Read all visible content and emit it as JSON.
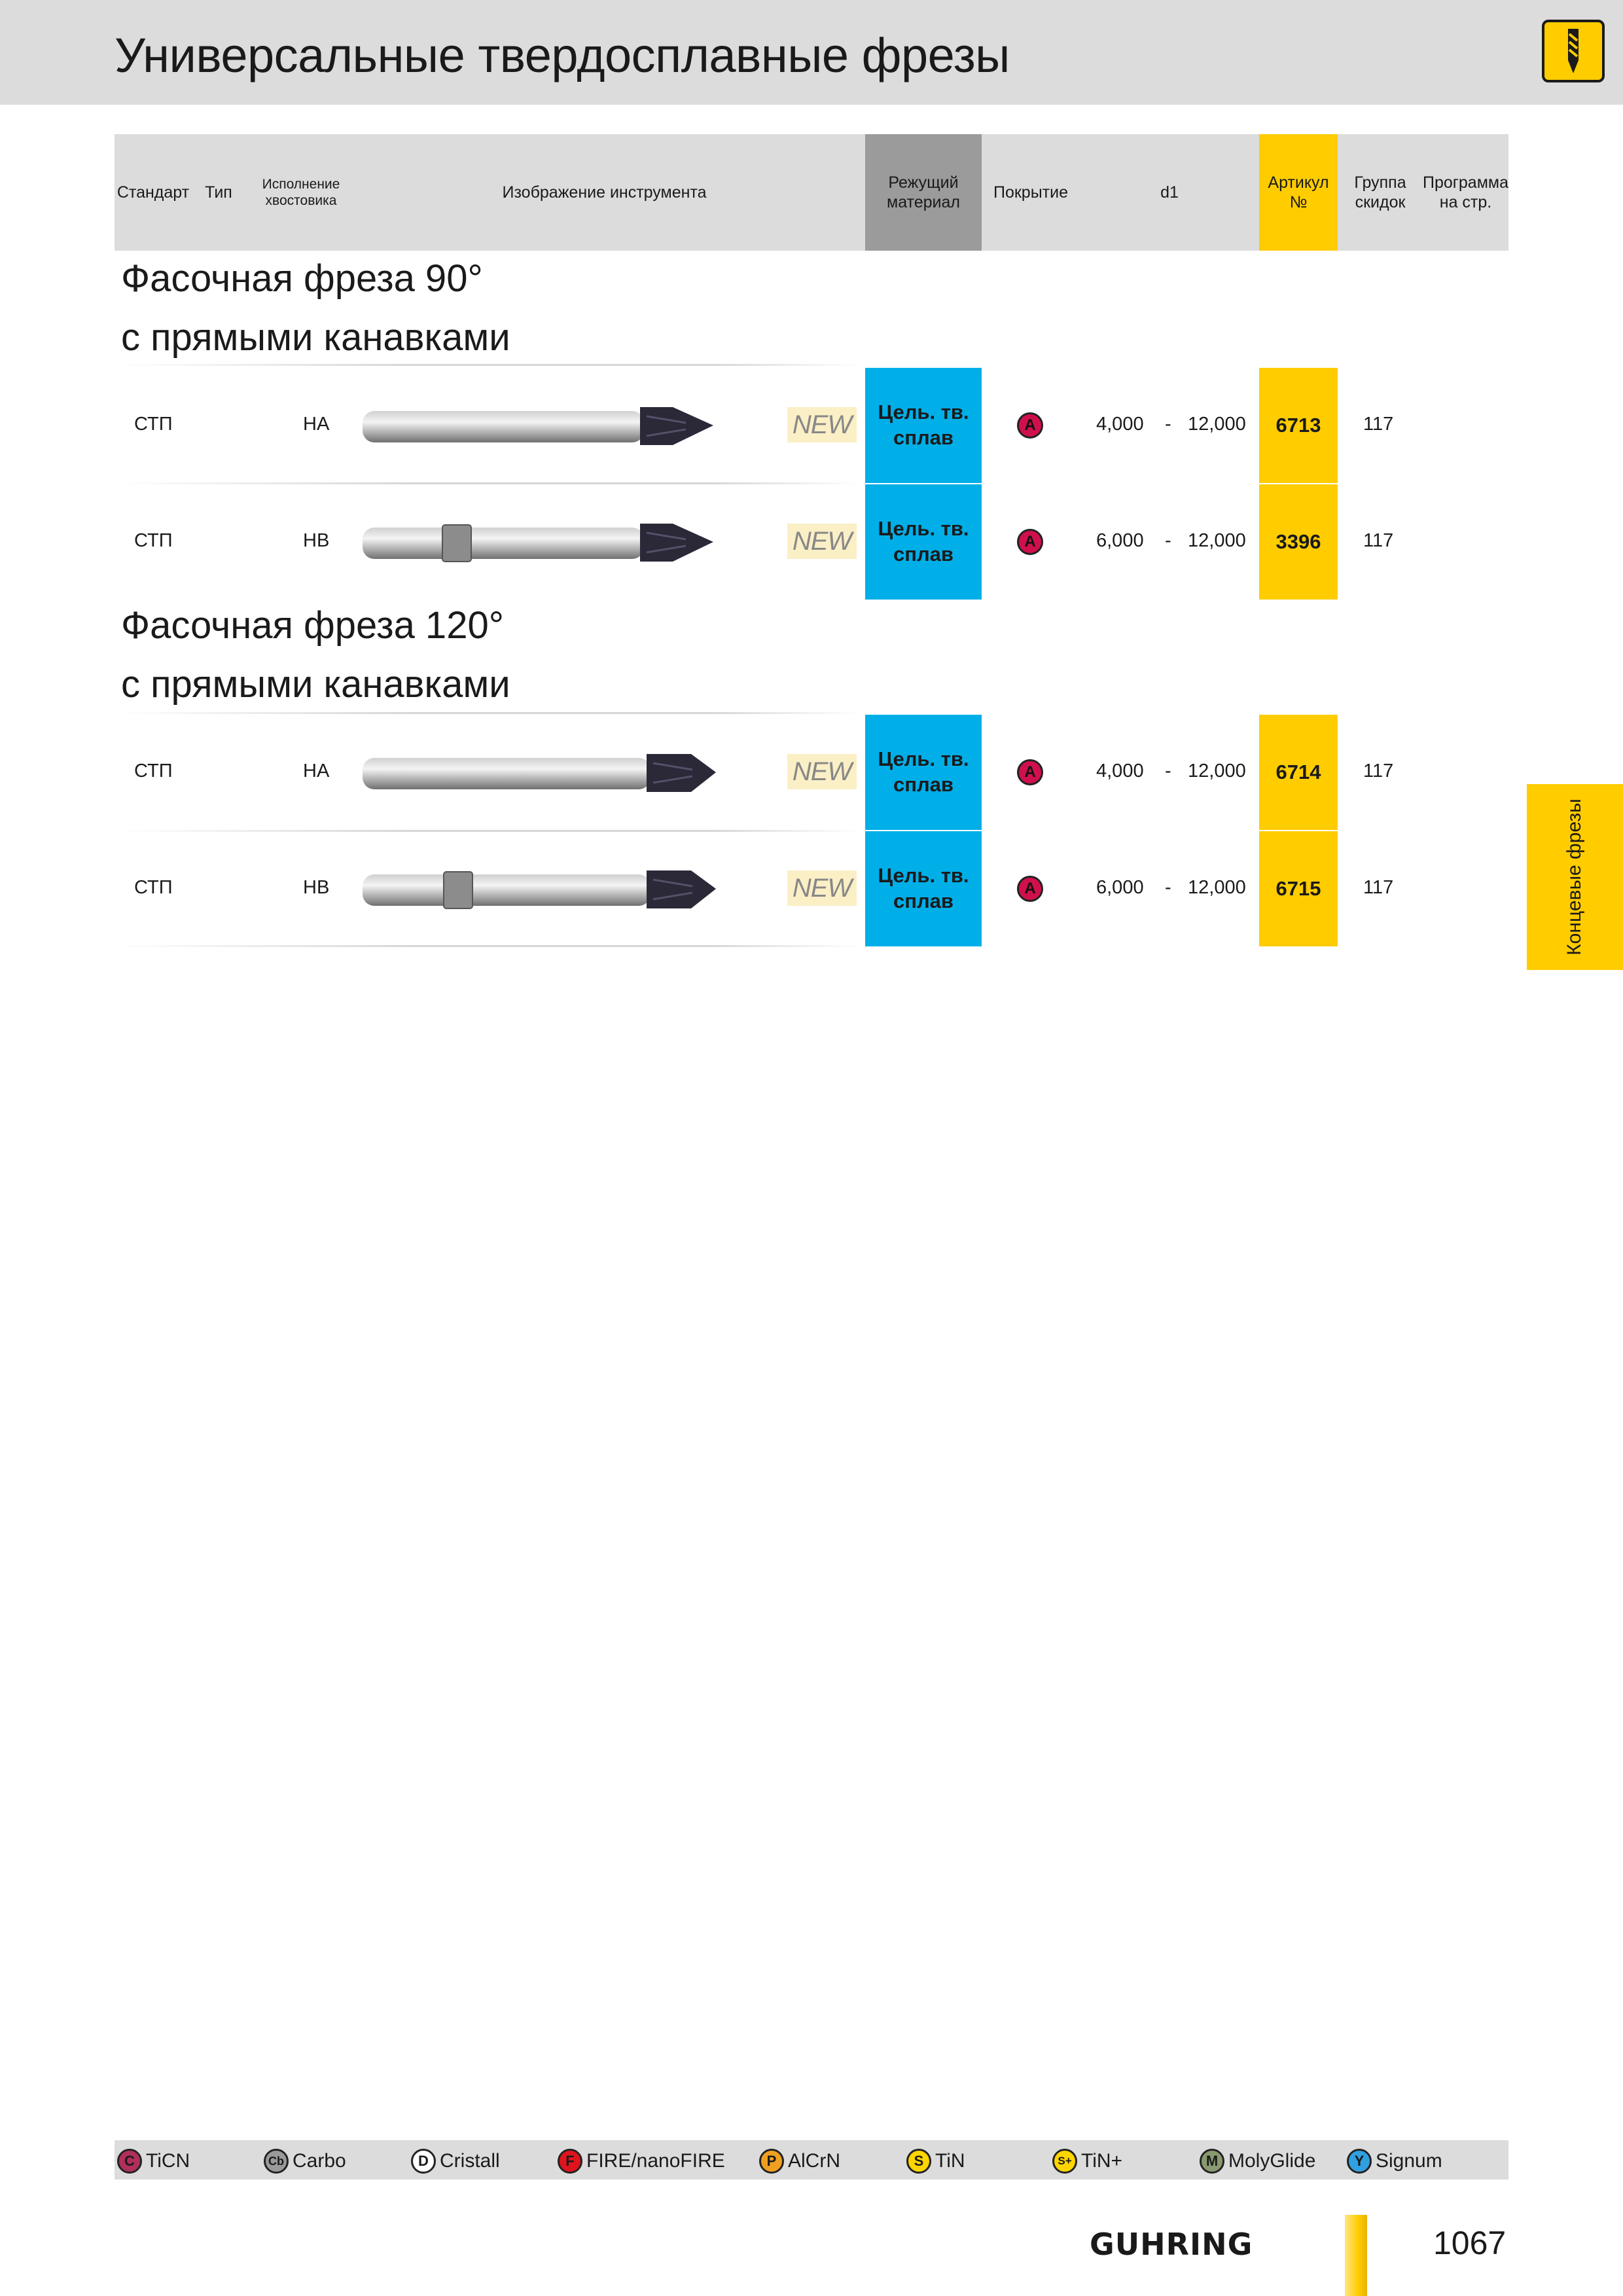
{
  "page_title": "Универсальные твердосплавные фрезы",
  "table_header": {
    "standard": "Стандарт",
    "type": "Тип",
    "shank": "Исполнение хвостовика",
    "image": "Изображение инструмента",
    "material": "Режущий материал",
    "coating": "Покрытие",
    "d1": "d1",
    "article": "Артикул №",
    "discount_group": "Группа скидок",
    "program_page": "Программа на стр."
  },
  "sections": [
    {
      "title_line1": "Фасочная фреза 90°",
      "title_line2": "с прямыми канавками",
      "rows": [
        {
          "standard": "СТП",
          "shank": "HA",
          "new": "NEW",
          "material": "Цель. тв. сплав",
          "coating_badge": "A",
          "coating_color": "#d0104c",
          "d1_from": "4,000",
          "d1_sep": "-",
          "d1_to": "12,000",
          "article": "6713",
          "group": "117",
          "program": "",
          "tool_icon": "chamfer-mill-90-ha"
        },
        {
          "standard": "СТП",
          "shank": "HB",
          "new": "NEW",
          "material": "Цель. тв. сплав",
          "coating_badge": "A",
          "coating_color": "#d0104c",
          "d1_from": "6,000",
          "d1_sep": "-",
          "d1_to": "12,000",
          "article": "3396",
          "group": "117",
          "program": "",
          "tool_icon": "chamfer-mill-90-hb"
        }
      ]
    },
    {
      "title_line1": "Фасочная фреза 120°",
      "title_line2": "с прямыми канавками",
      "rows": [
        {
          "standard": "СТП",
          "shank": "HA",
          "new": "NEW",
          "material": "Цель. тв. сплав",
          "coating_badge": "A",
          "coating_color": "#d0104c",
          "d1_from": "4,000",
          "d1_sep": "-",
          "d1_to": "12,000",
          "article": "6714",
          "group": "117",
          "program": "",
          "tool_icon": "chamfer-mill-120-ha"
        },
        {
          "standard": "СТП",
          "shank": "HB",
          "new": "NEW",
          "material": "Цель. тв. сплав",
          "coating_badge": "A",
          "coating_color": "#d0104c",
          "d1_from": "6,000",
          "d1_sep": "-",
          "d1_to": "12,000",
          "article": "6715",
          "group": "117",
          "program": "",
          "tool_icon": "chamfer-mill-120-hb"
        }
      ]
    }
  ],
  "side_tab": "Концевые фрезы",
  "legend": [
    {
      "code": "C",
      "label": "TiCN",
      "color": "#b0305a"
    },
    {
      "code": "Cb",
      "label": "Carbo",
      "color": "#9a9a9a"
    },
    {
      "code": "D",
      "label": "Cristall",
      "color": "#ffffff"
    },
    {
      "code": "F",
      "label": "FIRE/nanoFIRE",
      "color": "#e0141e"
    },
    {
      "code": "P",
      "label": "AlCrN",
      "color": "#f0a020"
    },
    {
      "code": "S",
      "label": "TiN",
      "color": "#ffd500"
    },
    {
      "code": "S+",
      "label": "TiN+",
      "color": "#ffd500"
    },
    {
      "code": "M",
      "label": "MolyGlide",
      "color": "#8a9a70"
    },
    {
      "code": "Y",
      "label": "Signum",
      "color": "#30a0e0"
    }
  ],
  "brand": "GUHRING",
  "page_number": "1067"
}
